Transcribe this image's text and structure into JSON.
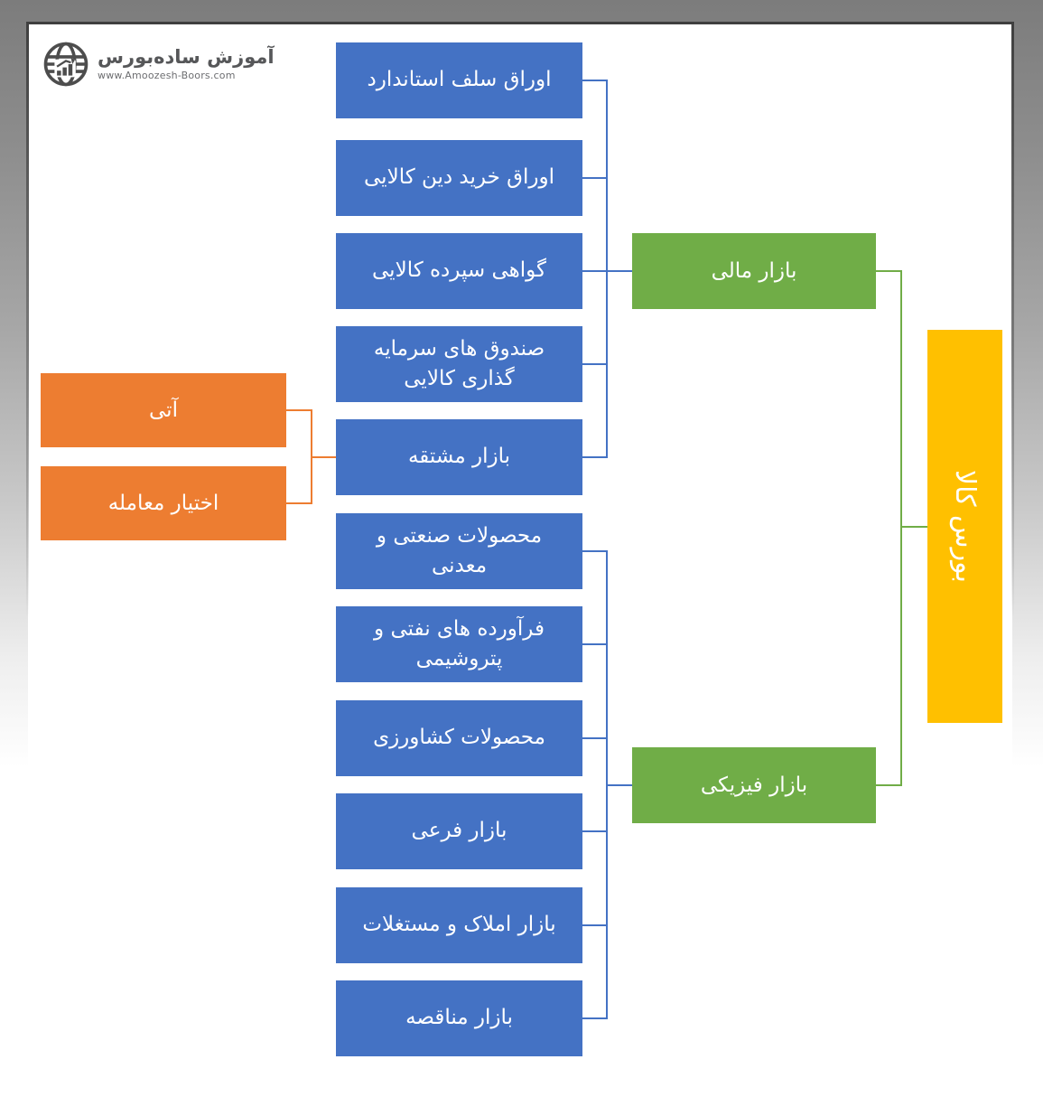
{
  "logo": {
    "title": "آموزش ساده‌بورس",
    "url": "www.Amoozesh-Boors.com",
    "icon": "globe-chart-icon"
  },
  "diagram": {
    "root": {
      "label": "بورس کالا",
      "color": "#FFC000"
    },
    "markets": [
      {
        "label": "بازار مالی",
        "color": "#70AD47"
      },
      {
        "label": "بازار فیزیکی",
        "color": "#70AD47"
      }
    ],
    "financial_children": [
      "اوراق سلف استاندارد",
      "اوراق خرید دین کالایی",
      "گواهی سپرده کالایی",
      "صندوق های سرمایه\nگذاری کالایی",
      "بازار مشتقه"
    ],
    "physical_children": [
      "محصولات صنعتی و\nمعدنی",
      "فرآورده های نفتی و\nپتروشیمی",
      "محصولات کشاورزی",
      "بازار فرعی",
      "بازار املاک و مستغلات",
      "بازار مناقصه"
    ],
    "derivative_children": [
      "آتی",
      "اختیار معامله"
    ],
    "colors": {
      "child_blue": "#4472C4",
      "market_green": "#70AD47",
      "derivative_orange": "#ED7D31",
      "root_gold": "#FFC000",
      "connector_blue": "#4472C4",
      "connector_green": "#70AD47",
      "connector_orange": "#ED7D31"
    }
  }
}
